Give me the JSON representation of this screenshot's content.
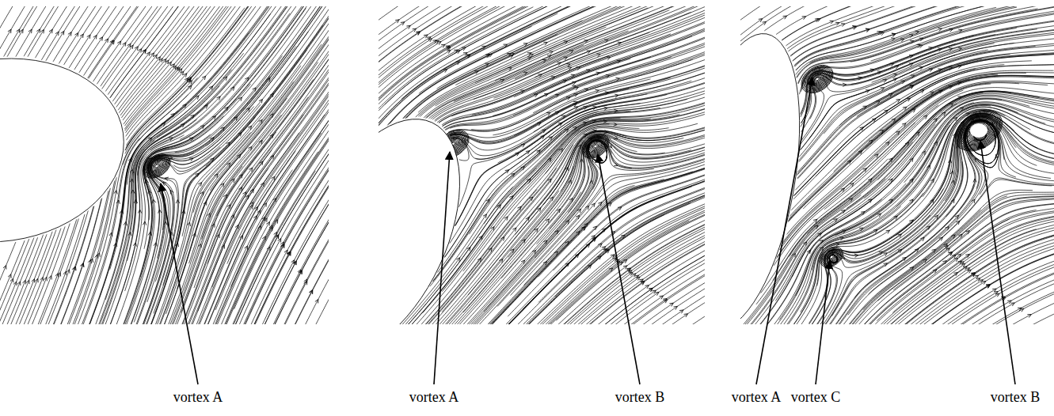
{
  "diagram": {
    "labels": [
      "vortex A",
      "vortex A",
      "vortex B",
      "vortex A",
      "vortex C",
      "vortex B"
    ]
  }
}
